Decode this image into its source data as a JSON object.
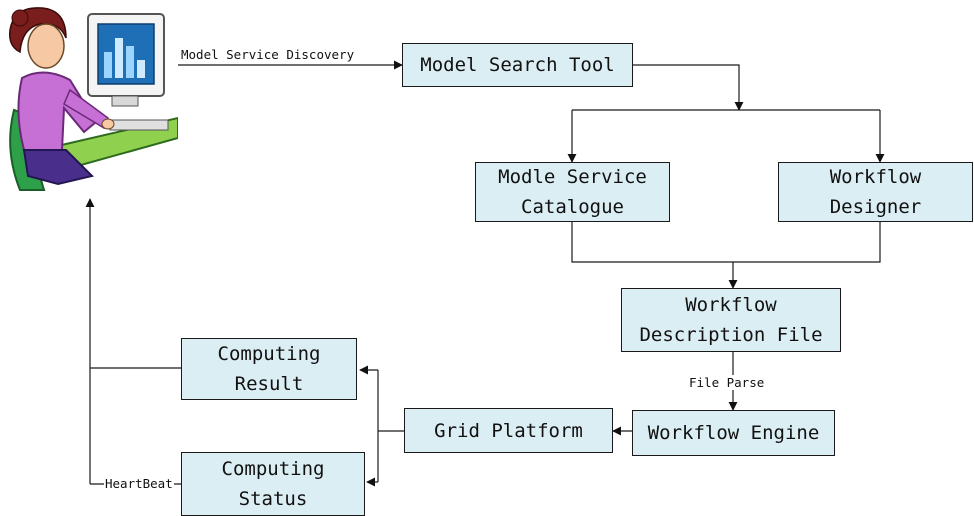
{
  "nodes": {
    "model_search_tool": {
      "lines": [
        "Model Search Tool"
      ]
    },
    "catalogue": {
      "lines": [
        "Modle Service",
        "Catalogue"
      ]
    },
    "designer": {
      "lines": [
        "Workflow",
        "Designer"
      ]
    },
    "description_file": {
      "lines": [
        "Workflow",
        "Description File"
      ]
    },
    "engine": {
      "lines": [
        "Workflow Engine"
      ]
    },
    "grid_platform": {
      "lines": [
        "Grid Platform"
      ]
    },
    "computing_result": {
      "lines": [
        "Computing",
        "Result"
      ]
    },
    "computing_status": {
      "lines": [
        "Computing",
        "Status"
      ]
    }
  },
  "edges": {
    "model_service_discovery": "Model Service Discovery",
    "file_parse": "File Parse",
    "heartbeat": "HeartBeat"
  },
  "user_icon": "user-at-computer-icon",
  "colors": {
    "box_fill": "#dbeef4",
    "line": "#1a1a1a"
  }
}
